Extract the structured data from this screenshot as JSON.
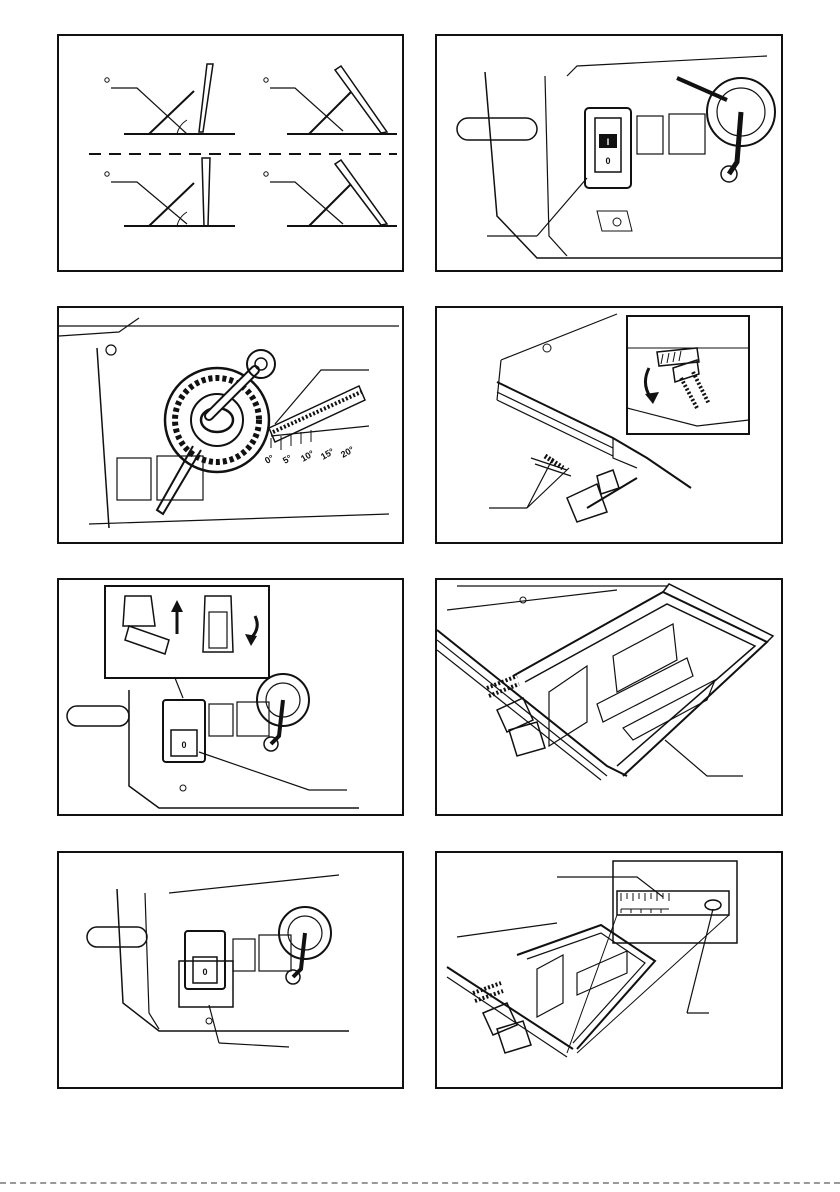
{
  "panels": [
    {
      "id": "fig1",
      "subject": "blade-angle-diagrams"
    },
    {
      "id": "fig2",
      "subject": "switch-box"
    },
    {
      "id": "fig3",
      "subject": "bevel-handwheel-and-scale"
    },
    {
      "id": "fig4",
      "subject": "rail-lock-levers"
    },
    {
      "id": "fig5",
      "subject": "switch-cover-open-close"
    },
    {
      "id": "fig6",
      "subject": "sliding-table-frame"
    },
    {
      "id": "fig7",
      "subject": "switch-guard"
    },
    {
      "id": "fig8",
      "subject": "scale-and-pointer"
    }
  ],
  "bevel_scale": {
    "ticks": [
      "0°",
      "5°",
      "10°",
      "15°",
      "20°"
    ]
  },
  "switch": {
    "on": "I",
    "off": "0"
  },
  "icons": [
    "arrow-up-icon",
    "arrow-down-icon",
    "lever-arrow-icon"
  ],
  "colors": {
    "line": "#111111",
    "paper": "#ffffff"
  }
}
